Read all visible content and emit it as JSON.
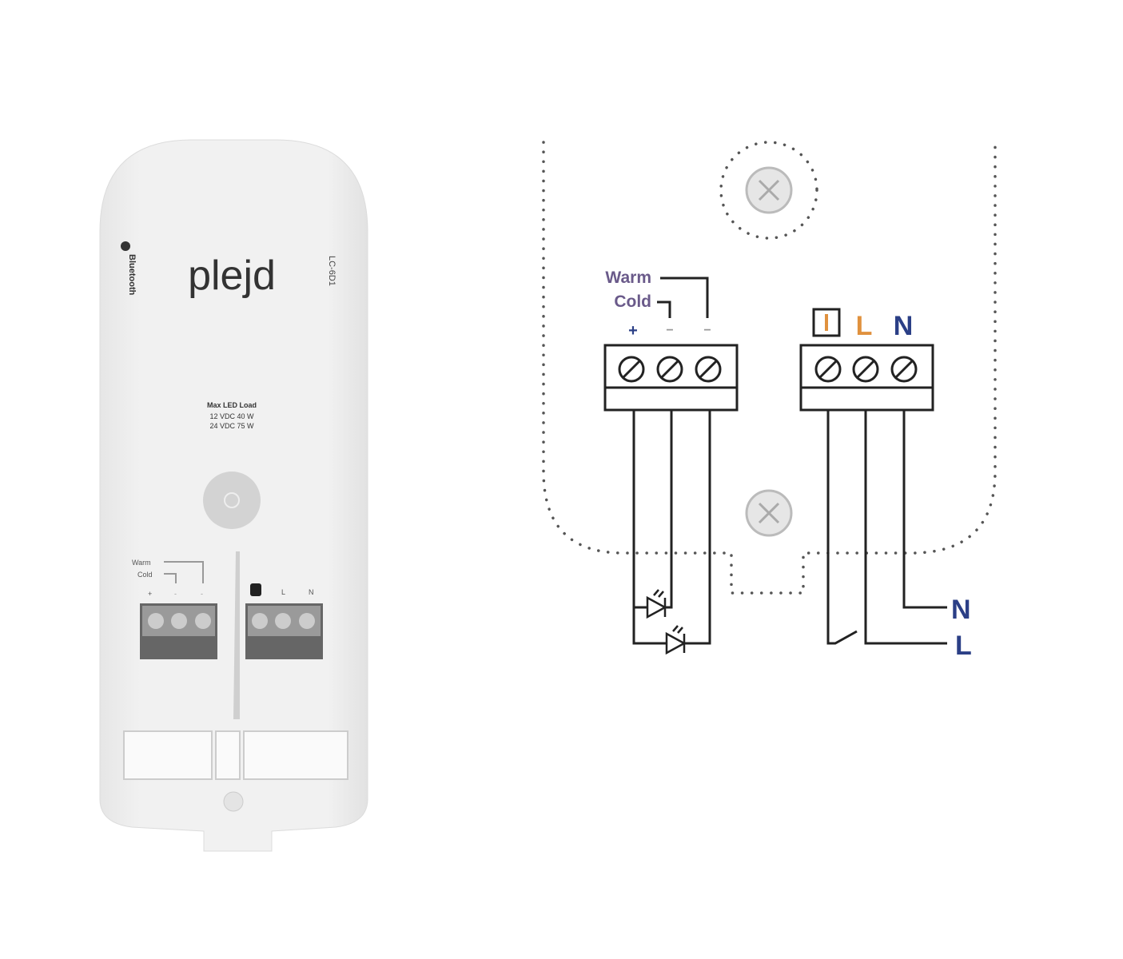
{
  "device": {
    "brand": "plejd",
    "bluetooth_label": "Bluetooth",
    "model": "LC-6D1",
    "load_title": "Max LED Load",
    "load_rows": [
      "12 VDC  40 W",
      "24 VDC  75 W"
    ],
    "terminal_labels": {
      "warm": "Warm",
      "cold": "Cold",
      "plus": "+",
      "minus1": "-",
      "minus2": "-",
      "l": "L",
      "n": "N"
    }
  },
  "diagram": {
    "warm": "Warm",
    "cold": "Cold",
    "plus": "+",
    "minus1": "−",
    "minus2": "−",
    "terminal_l": "L",
    "terminal_n": "N",
    "mains_n": "N",
    "mains_l": "L",
    "colors": {
      "label_blue": "#2b3f86",
      "label_orange": "#e0913e",
      "line": "#222222",
      "dots": "#555555"
    }
  }
}
